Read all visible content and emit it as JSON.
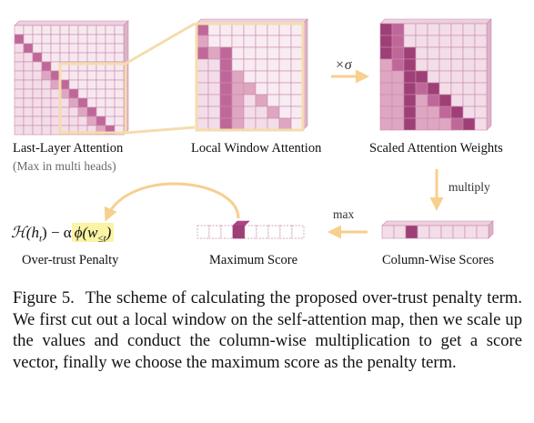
{
  "diagram": {
    "panels": {
      "last_layer": {
        "label": "Last-Layer Attention",
        "sublabel": "(Max in multi heads)"
      },
      "local_window": {
        "label": "Local Window Attention"
      },
      "scaled": {
        "label": "Scaled Attention Weights"
      },
      "column_wise": {
        "label": "Column-Wise Scores"
      },
      "maximum": {
        "label": "Maximum Score"
      },
      "penalty": {
        "label": "Over-trust Penalty",
        "formula_left": "ℋ(h",
        "formula_sub": "t",
        "formula_mid": ") − α",
        "formula_highlight": "ϕ(w",
        "formula_hl_sub": "≤t",
        "formula_end": ")"
      }
    },
    "operations": {
      "scale": "×σ",
      "multiply": "multiply",
      "max": "max"
    },
    "colors": {
      "cell_light": "#f3dde8",
      "cell_mid": "#dea6c1",
      "cell_dark": "#c0679a",
      "cell_darker": "#9e3f77",
      "window_outline": "#f5dcae",
      "arrow": "#f7cf8e",
      "highlight": "#fbf3a5"
    }
  },
  "caption": {
    "figure_label": "Figure 5.",
    "text": "The scheme of calculating the proposed over-trust penalty term. We first cut out a local window on the self-attention map, then we scale up the values and conduct the column-wise multiplication to get a score vector, finally we choose the maximum score as the penalty term."
  }
}
